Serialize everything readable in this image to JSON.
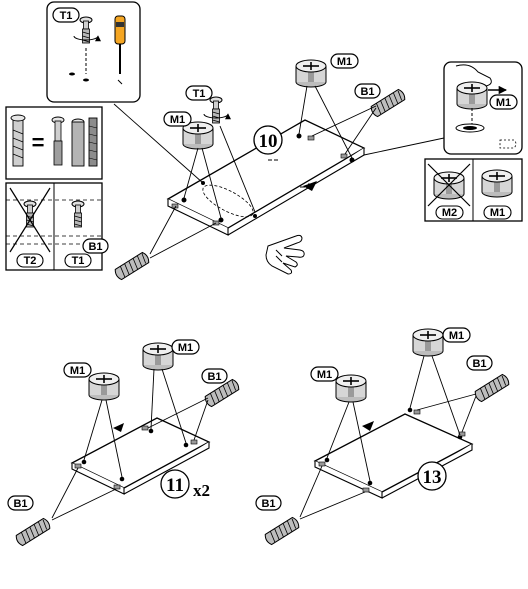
{
  "labels": {
    "t1": "T1",
    "t2": "T2",
    "m1": "M1",
    "m2": "M2",
    "b1": "B1"
  },
  "steps": {
    "step_a": "10",
    "step_b": "11",
    "step_b_multiplier": "x2",
    "step_c": "13"
  },
  "symbols": {
    "equals": "="
  },
  "icons": {
    "hand": "pointing-hand-icon",
    "screwdriver": "screwdriver-icon",
    "cam_lock": "cam-lock-icon",
    "dowel": "dowel-icon",
    "screw": "screw-icon"
  }
}
